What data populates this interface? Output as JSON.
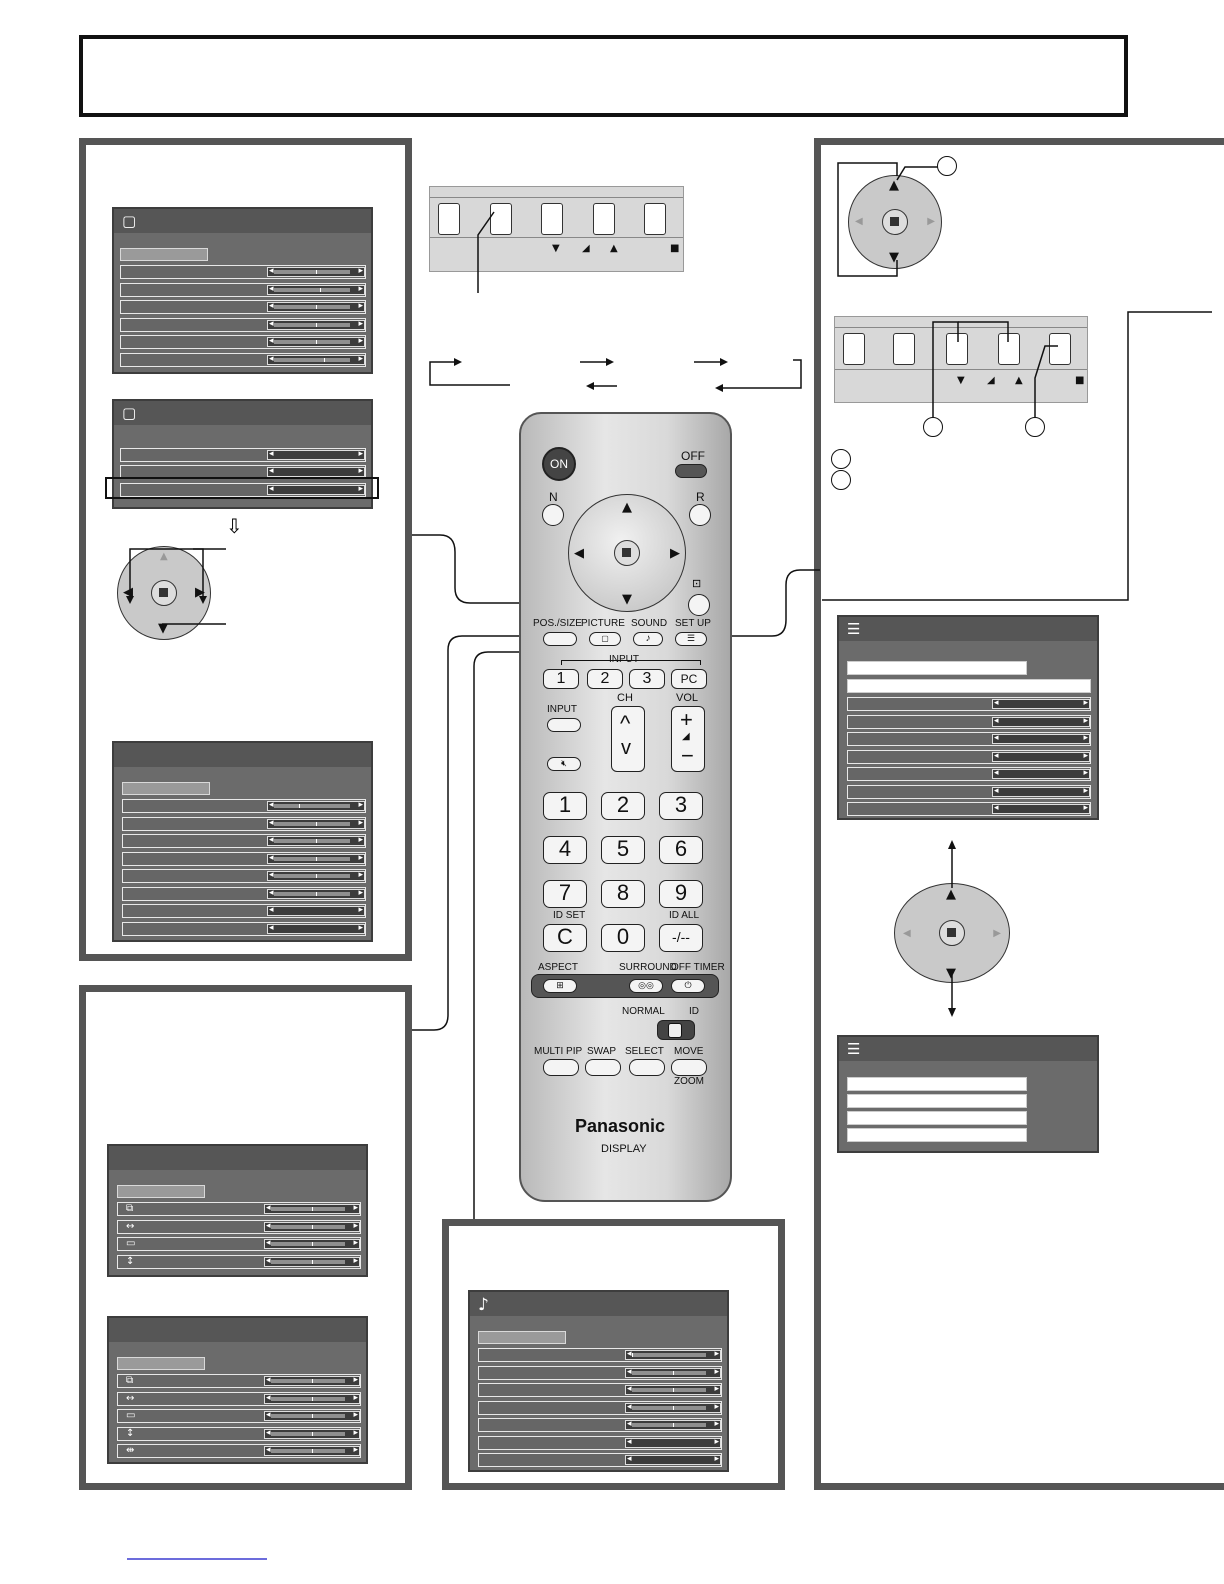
{
  "remote": {
    "brand": "Panasonic",
    "model": "DISPLAY",
    "on_label": "ON",
    "off_label": "OFF",
    "n_label": "N",
    "r_label": "R",
    "pos_size_label": "POS./SIZE",
    "picture_label": "PICTURE",
    "sound_label": "SOUND",
    "setup_label": "SET UP",
    "input_group_label": "INPUT",
    "input_buttons": [
      "1",
      "2",
      "3",
      "PC"
    ],
    "input_label": "INPUT",
    "ch_label": "CH",
    "vol_label": "VOL",
    "ch_up": "^",
    "ch_down": "v",
    "vol_up": "+",
    "vol_down": "−",
    "number_keys": [
      "1",
      "2",
      "3",
      "4",
      "5",
      "6",
      "7",
      "8",
      "9",
      "C",
      "0",
      "-/--"
    ],
    "id_set_label": "ID SET",
    "id_all_label": "ID ALL",
    "aspect_label": "ASPECT",
    "surround_label": "SURROUND",
    "off_timer_label": "OFF TIMER",
    "normal_label": "NORMAL",
    "id_label": "ID",
    "multi_pip_label": "MULTI PIP",
    "swap_label": "SWAP",
    "select_label": "SELECT",
    "move_label": "MOVE",
    "zoom_label": "ZOOM"
  },
  "icons": {
    "picture": "picture-icon",
    "sound": "note-icon",
    "setup": "list-icon",
    "mute": "mute-icon",
    "volume": "volume-icon"
  },
  "sliders": {
    "picture1": [
      0.5,
      0.55,
      0.5,
      0.5,
      0.5,
      0.6
    ],
    "picture3": [
      0.3,
      0.5,
      0.5,
      0.5,
      0.5,
      0.5
    ],
    "pos1": [
      0.5,
      0.5,
      0.5,
      0.5
    ],
    "pos2": [
      0.5,
      0.5,
      0.5,
      0.5,
      0.5
    ],
    "sound": [
      0.0,
      0.5,
      0.5,
      0.5,
      0.5
    ]
  },
  "colors": {
    "panel_border": "#555555",
    "osd_bg": "#6b6b6b",
    "osd_header": "#565656"
  }
}
